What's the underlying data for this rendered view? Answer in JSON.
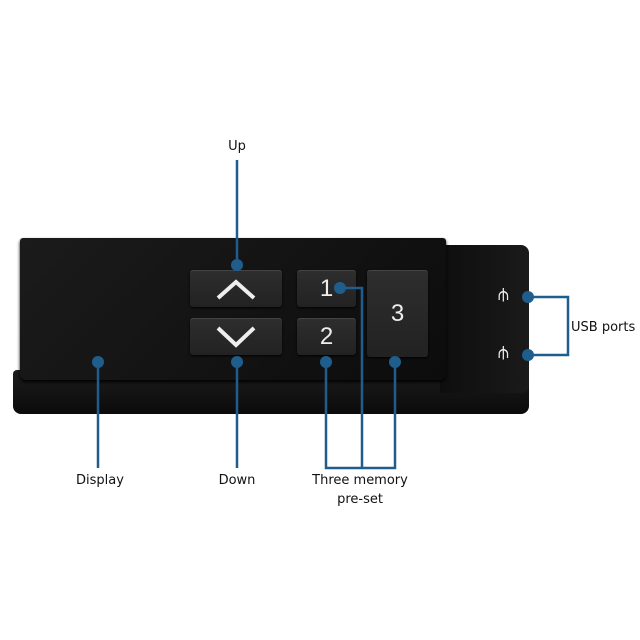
{
  "labels": {
    "up": "Up",
    "down": "Down",
    "display": "Display",
    "memory_line1": "Three memory",
    "memory_line2": "pre-set",
    "usb": "USB ports"
  },
  "buttons": {
    "one": "1",
    "two": "2",
    "three": "3"
  },
  "usb_symbol": "⭍",
  "colors": {
    "callout": "#1f5d8c",
    "body": "#141414"
  }
}
